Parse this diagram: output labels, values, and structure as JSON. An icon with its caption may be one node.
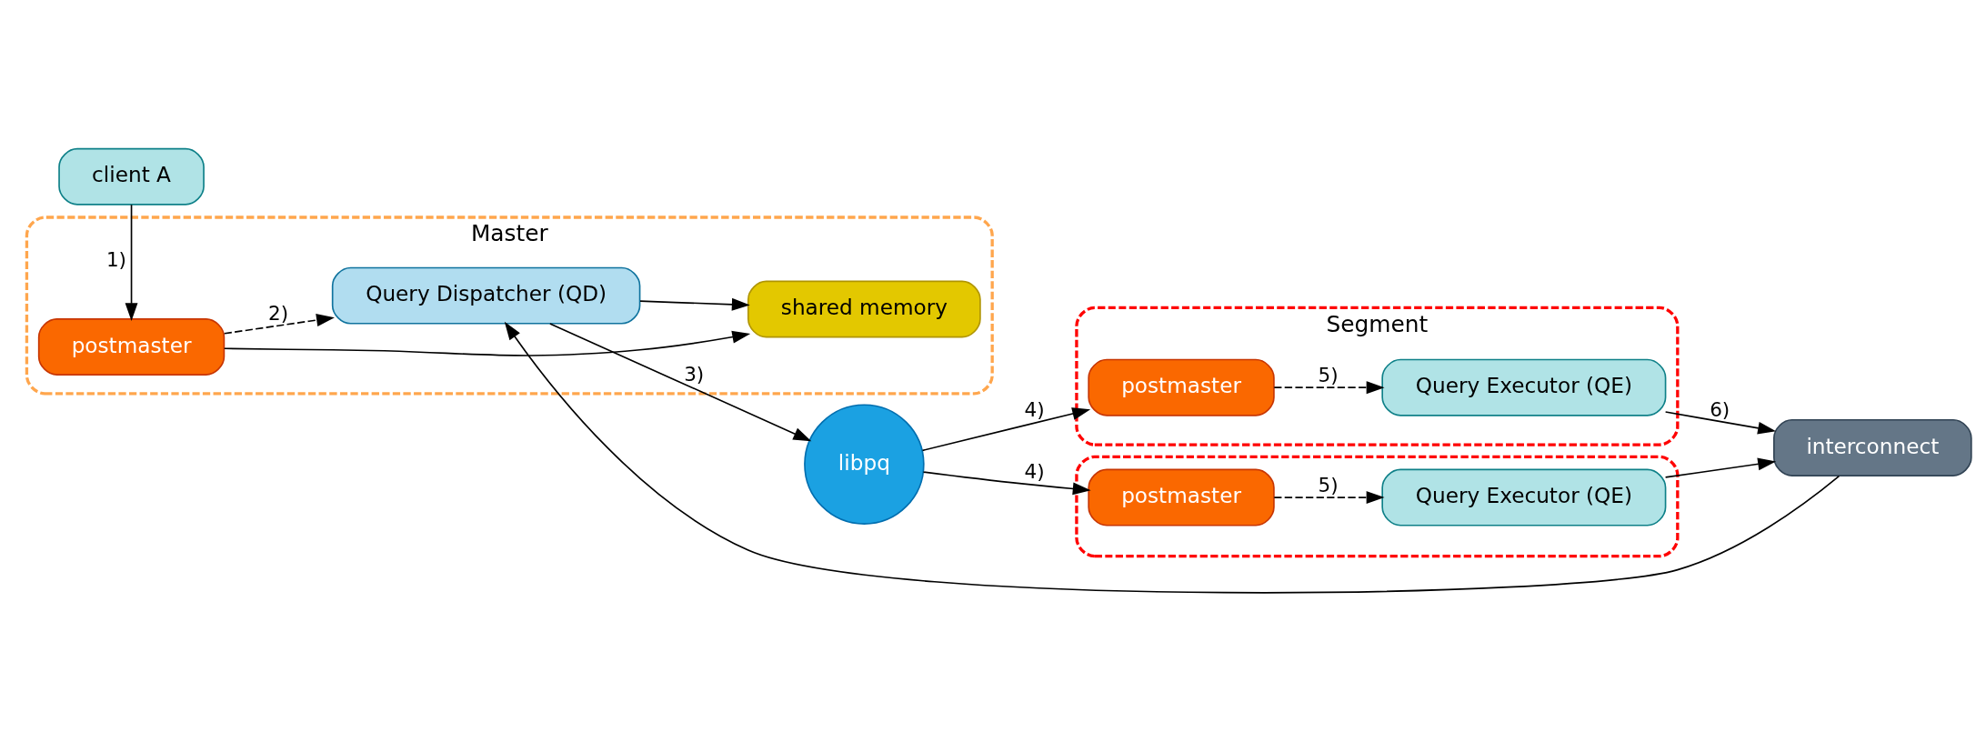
{
  "diagram": {
    "nodes": [
      {
        "text": [
          "Master"
        ]
      },
      {
        "text": [
          "shared memory"
        ],
        "in": 0
      },
      {
        "text": [
          "postmaster"
        ],
        "in": 0
      },
      {
        "text": [
          "Query Dispatcher (QD)"
        ],
        "in": 0
      },
      {
        "text": [
          "client A"
        ]
      },
      {
        "text": [
          "libpq"
        ]
      },
      {
        "text": [
          "Segment"
        ]
      },
      {
        "text": [
          "postmaster"
        ],
        "in": 6
      },
      {
        "text": [
          "Query Executor (QE)"
        ],
        "in": 6
      },
      {
        "text": [],
        "shape": "box"
      },
      {
        "text": [
          "postmaster"
        ],
        "in": 9
      },
      {
        "text": [
          "Query Executor (QE)"
        ],
        "in": 9
      },
      {
        "text": [
          "interconnect"
        ]
      }
    ],
    "edges": [
      {
        "from": 4,
        "to": 2,
        "arrow": "to",
        "label": "1)"
      },
      {
        "from": 2,
        "to": 1,
        "arrow": "to"
      },
      {
        "from": 3,
        "to": 1,
        "arrow": "to"
      },
      {
        "from": 2,
        "to": 3,
        "arrow": "to",
        "label": "2)",
        "style": "dashed"
      },
      {
        "from": 3,
        "to": 5,
        "arrow": "to",
        "label": "3)"
      },
      {
        "from": 5,
        "to": 7,
        "arrow": "to",
        "label": "4)"
      },
      {
        "from": 5,
        "to": 10,
        "arrow": "to",
        "label": "4)"
      },
      {
        "from": 7,
        "to": 8,
        "arrow": "to",
        "label": "5)",
        "style": "dashed"
      },
      {
        "from": 10,
        "to": 11,
        "arrow": "to",
        "label": "5)",
        "style": "dashed"
      },
      {
        "from": 8,
        "to": 12,
        "arrow": "to",
        "label": "6)"
      },
      {
        "from": 11,
        "to": 12,
        "arrow": "to"
      },
      {
        "from": 12,
        "to": 3,
        "arrow": "to"
      }
    ]
  }
}
